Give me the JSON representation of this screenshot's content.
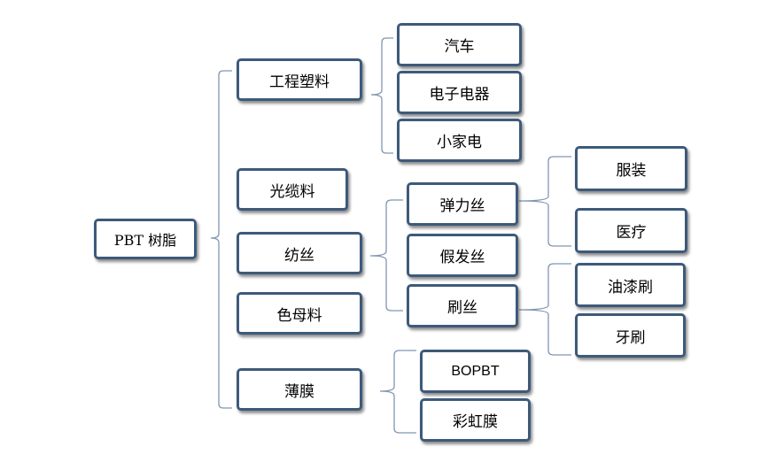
{
  "diagram": {
    "root": {
      "label": "PBT 树脂"
    },
    "level1": [
      {
        "label": "工程塑料"
      },
      {
        "label": "光缆料"
      },
      {
        "label": "纺丝"
      },
      {
        "label": "色母料"
      },
      {
        "label": "薄膜"
      }
    ],
    "engineering_plastics": [
      {
        "label": "汽车"
      },
      {
        "label": "电子电器"
      },
      {
        "label": "小家电"
      }
    ],
    "spinning": [
      {
        "label": "弹力丝"
      },
      {
        "label": "假发丝"
      },
      {
        "label": "刷丝"
      }
    ],
    "elastic_yarn": [
      {
        "label": "服装"
      },
      {
        "label": "医疗"
      }
    ],
    "bristle": [
      {
        "label": "油漆刷"
      },
      {
        "label": "牙刷"
      }
    ],
    "film": [
      {
        "label": "BOPBT"
      },
      {
        "label": "彩虹膜"
      }
    ],
    "style": {
      "border_color": "#3d5a7a",
      "bracket_color": "#7f96b3"
    }
  }
}
